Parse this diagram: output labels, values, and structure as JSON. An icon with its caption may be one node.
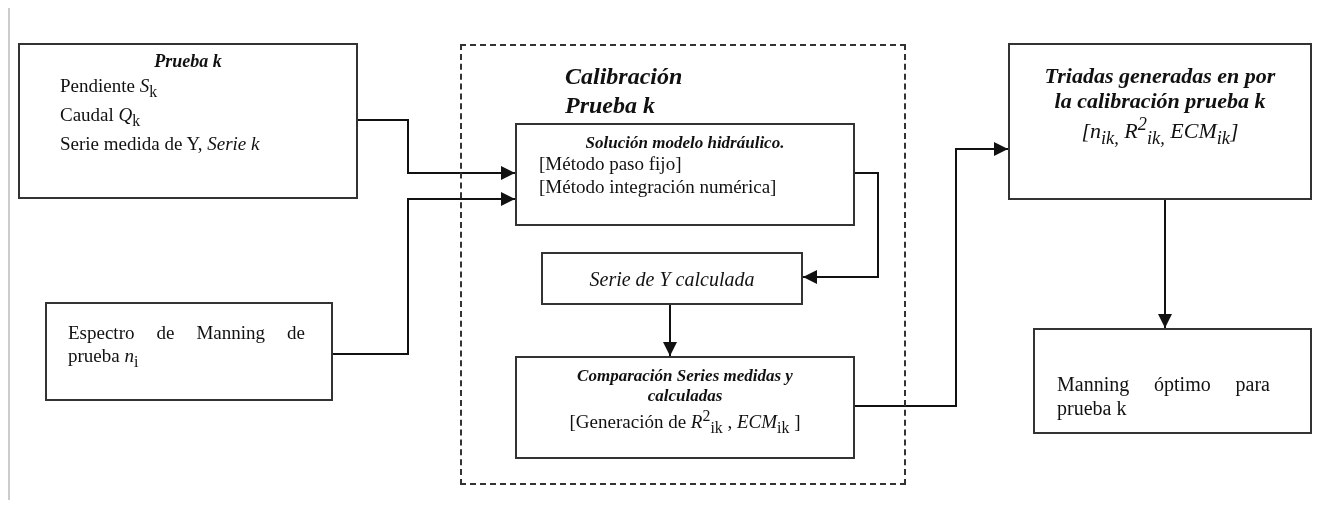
{
  "diagram": {
    "nodes": [
      {
        "text": [
          "Prueba k",
          "Pendiente *S*$_{k}$",
          "Caudal *Q*$_{k}$",
          "Serie medida de Y, *Serie k*"
        ]
      },
      {
        "text": [
          "Espectro de Manning de prueba *n*$_{i}$"
        ]
      },
      {
        "text": [
          "Calibración Prueba k"
        ]
      },
      {
        "text": [
          "Solución modelo hidráulico.",
          "[Método paso fijo]",
          "[Método integración numérica]"
        ],
        "in": 2
      },
      {
        "text": [
          "Serie de Y calculada"
        ],
        "in": 2
      },
      {
        "text": [
          "Comparación Series medidas y calculadas",
          "[Generación de *R*$^{2}$$_{ik}$ , *ECM*$_{ik}$ ]"
        ],
        "in": 2
      },
      {
        "text": [
          "Triadas generadas en por la calibración prueba k",
          "[n$_{ik,}$ R$^{2}$$_{ik,}$ ECM$_{ik}$]"
        ]
      },
      {
        "text": [
          "Manning óptimo para prueba k"
        ]
      }
    ],
    "edges": [
      {
        "from": 0,
        "to": 3,
        "arrow": "to"
      },
      {
        "from": 1,
        "to": 3,
        "arrow": "to"
      },
      {
        "from": 3,
        "to": 4,
        "arrow": "to"
      },
      {
        "from": 4,
        "to": 5,
        "arrow": "to"
      },
      {
        "from": 5,
        "to": 6,
        "arrow": "to"
      },
      {
        "from": 6,
        "to": 7,
        "arrow": "to"
      }
    ]
  }
}
